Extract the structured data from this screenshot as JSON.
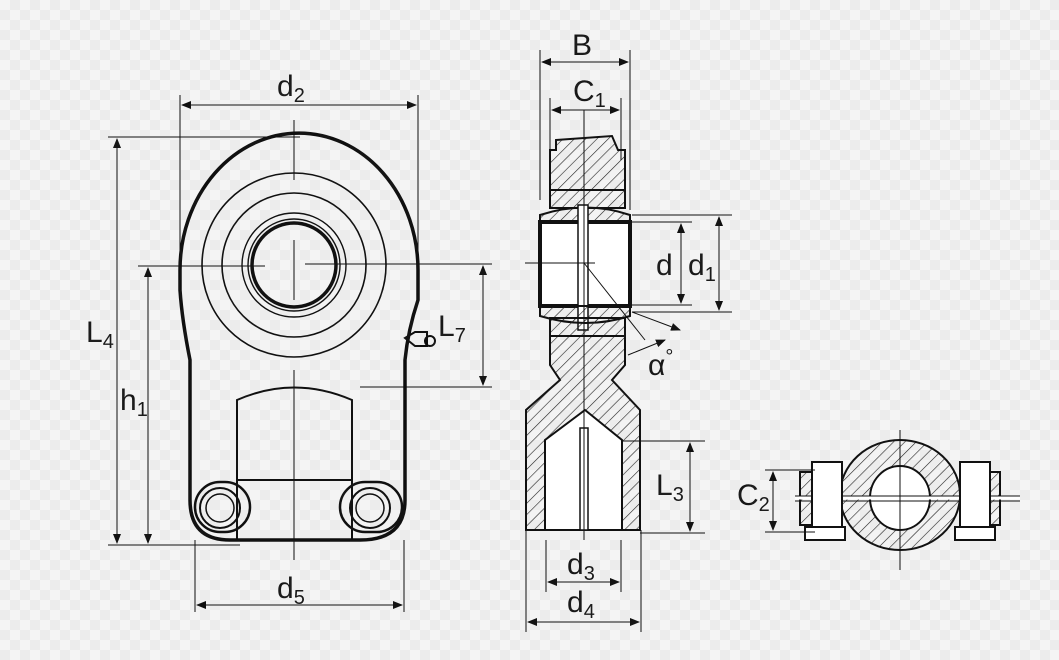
{
  "diagram": {
    "type": "technical-drawing",
    "subject": "hydraulic rod end with spherical plain bearing",
    "views": {
      "front": {
        "labels": {
          "d2": {
            "base": "d",
            "sub": "2"
          },
          "L4": {
            "base": "L",
            "sub": "4"
          },
          "h1": {
            "base": "h",
            "sub": "1"
          },
          "L7": {
            "base": "L",
            "sub": "7"
          },
          "d5": {
            "base": "d",
            "sub": "5"
          }
        }
      },
      "section": {
        "labels": {
          "B": {
            "base": "B",
            "sub": ""
          },
          "C1": {
            "base": "C",
            "sub": "1"
          },
          "d": {
            "base": "d",
            "sub": ""
          },
          "d1": {
            "base": "d",
            "sub": "1"
          },
          "alpha": {
            "base": "α",
            "sub": "°"
          },
          "L3": {
            "base": "L",
            "sub": "3"
          },
          "d3": {
            "base": "d",
            "sub": "3"
          },
          "d4": {
            "base": "d",
            "sub": "4"
          }
        }
      },
      "clamp": {
        "labels": {
          "C2": {
            "base": "C",
            "sub": "2"
          }
        }
      }
    }
  }
}
